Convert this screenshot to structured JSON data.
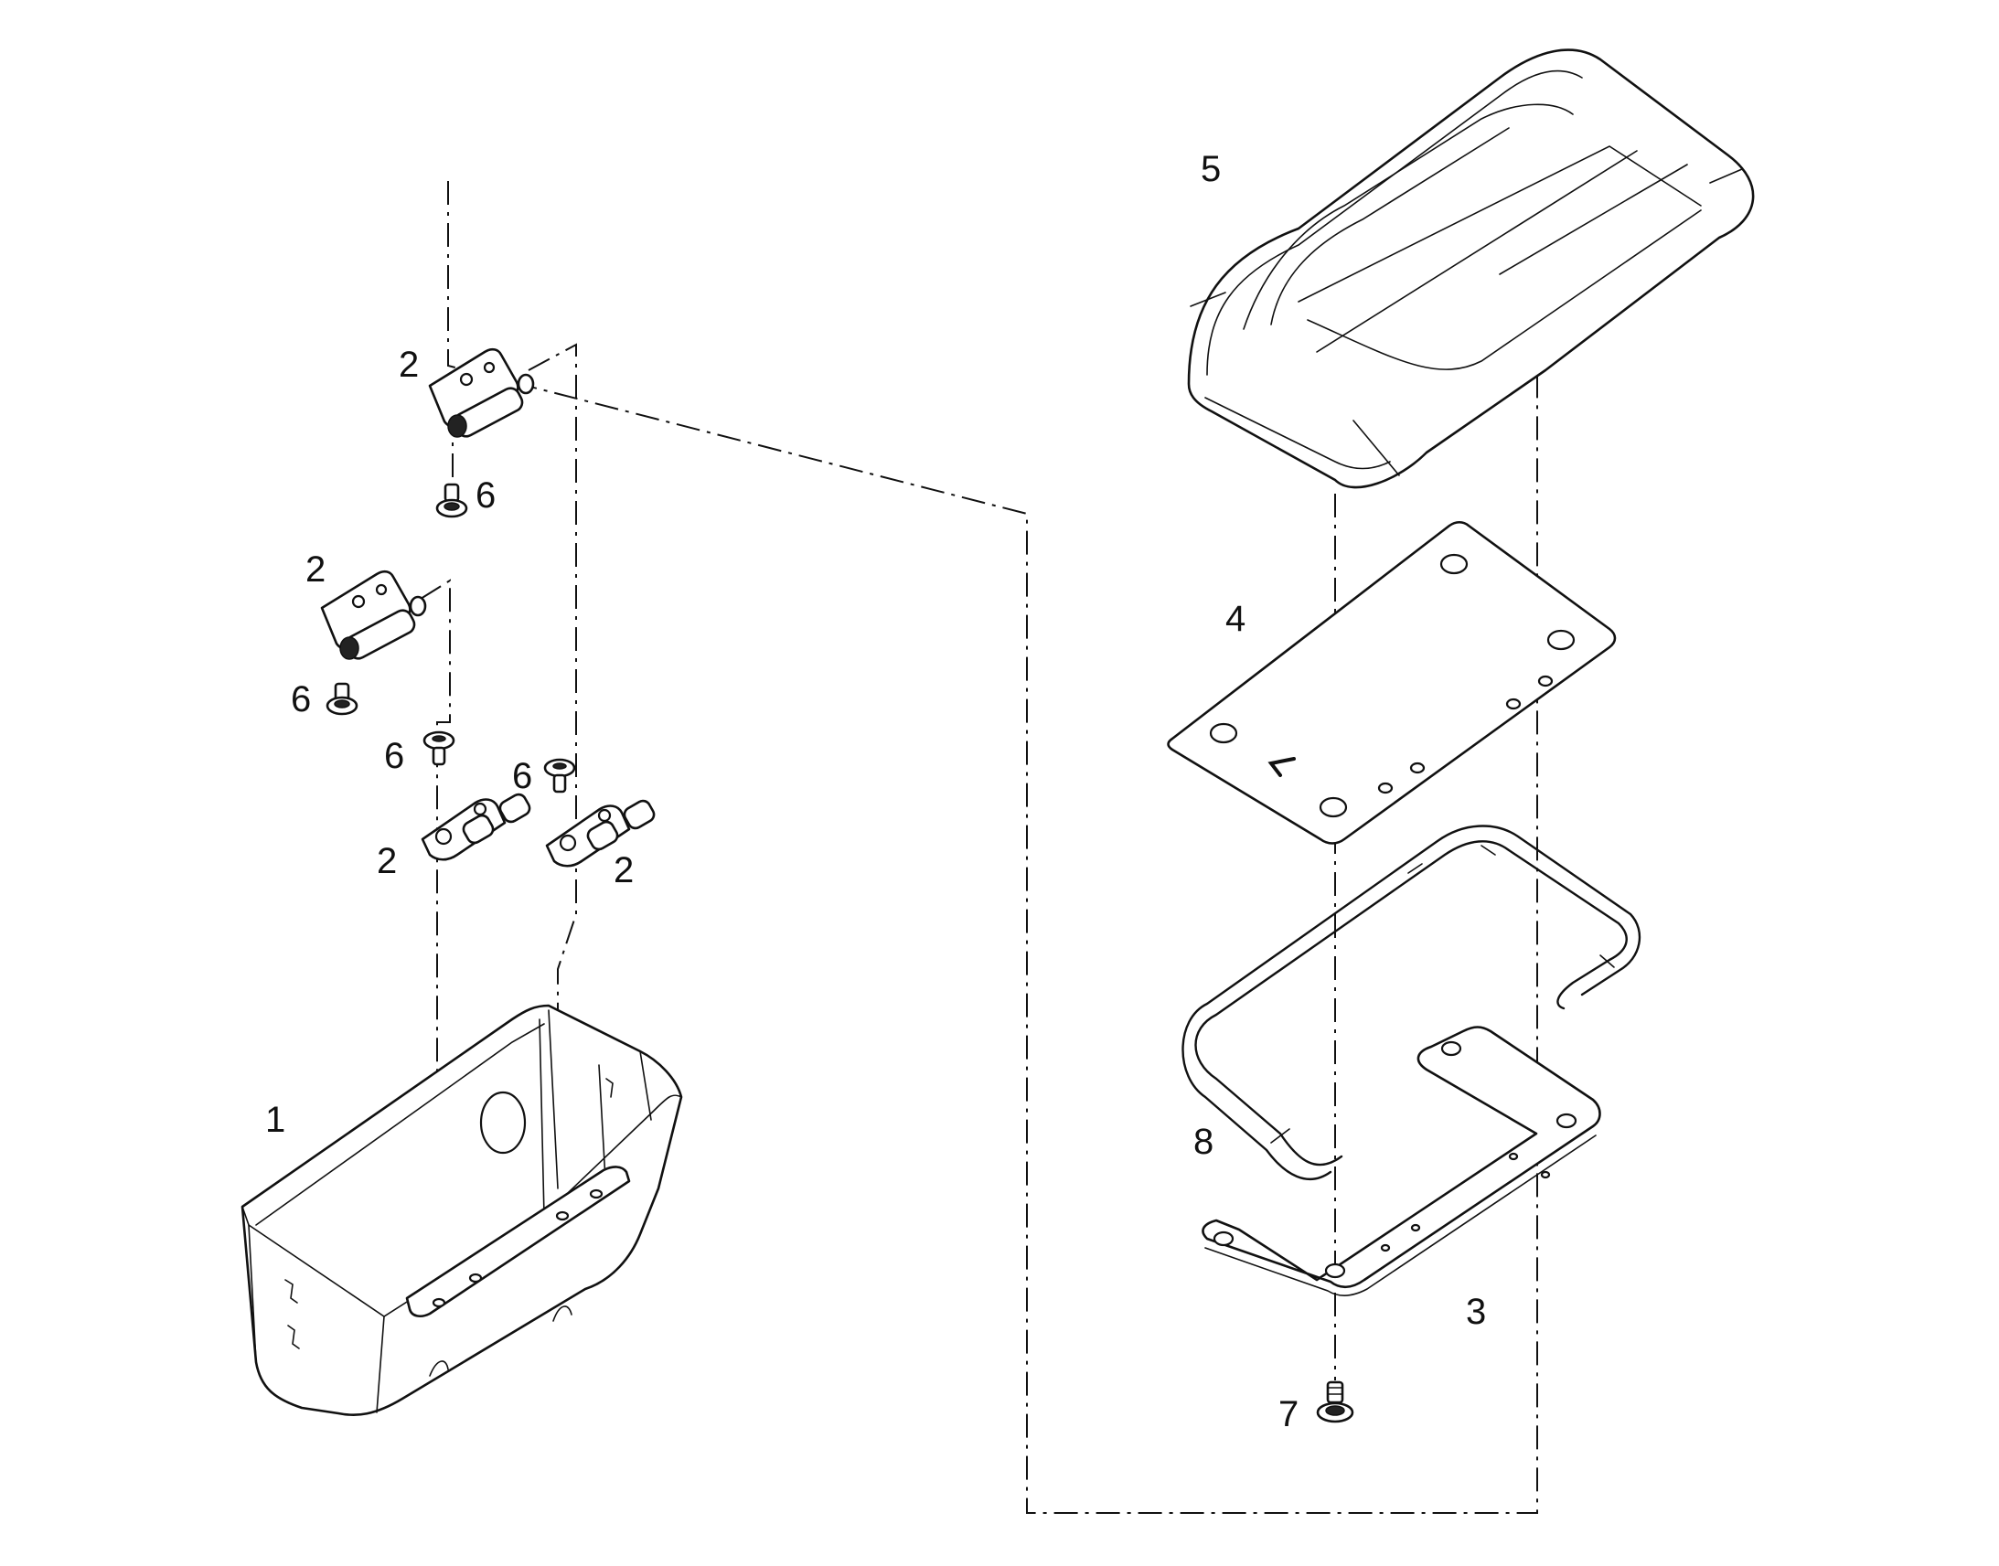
{
  "diagram": {
    "callouts": [
      "1",
      "2",
      "2",
      "2",
      "2",
      "3",
      "4",
      "5",
      "6",
      "6",
      "6",
      "6",
      "7",
      "8"
    ],
    "colors": {
      "line": "#111111",
      "background": "#ffffff"
    }
  }
}
